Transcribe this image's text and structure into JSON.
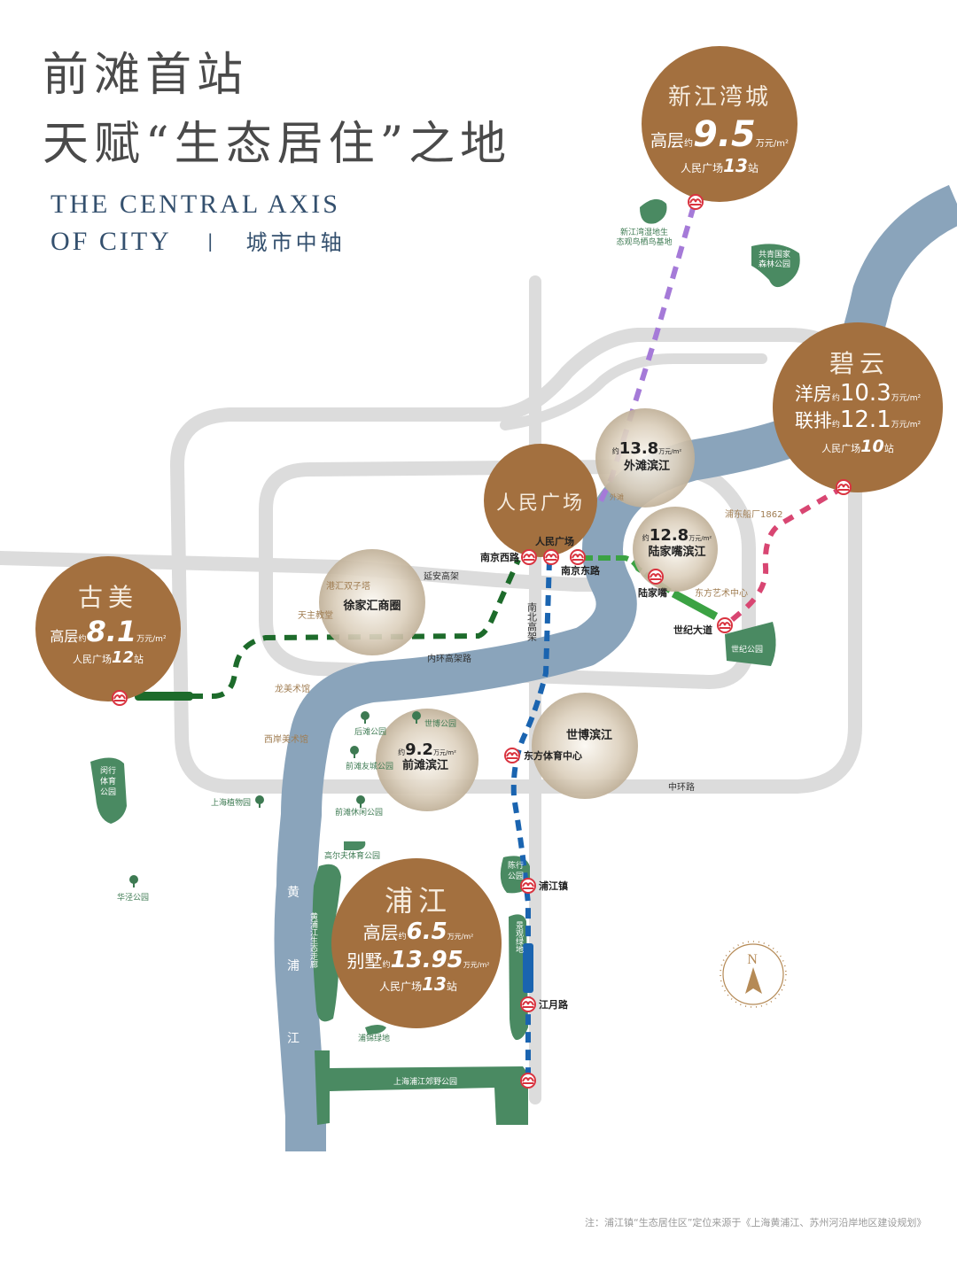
{
  "header": {
    "title_line1": "前滩首站",
    "title_line2": "天赋“生态居住”之地",
    "subtitle_en_line1": "THE CENTRAL AXIS",
    "subtitle_en_line2": "OF CITY",
    "subtitle_separator": "|",
    "subtitle_cn": "城市中轴"
  },
  "colors": {
    "project_circle": "#a3703f",
    "river": "#8aa4bb",
    "road": "#dcdcdc",
    "park": "#4a8a62",
    "metro_station": "#d9333f",
    "line_purple": "#a57ad8",
    "line_green_dark": "#1d6b2b",
    "line_green_light": "#3ba243",
    "line_blue": "#1a64b0",
    "line_pink": "#d84672",
    "title_text": "#4a4a4a",
    "subtitle_text": "#34506e",
    "compass": "#b58a56"
  },
  "projects": [
    {
      "name": "新江湾城",
      "rows": [
        {
          "label": "高层",
          "prefix": "约",
          "value": "9.5",
          "unit": "万元/m²"
        }
      ],
      "commute": {
        "from": "人民广场",
        "stops": "13",
        "suffix": "站"
      }
    },
    {
      "name": "碧云",
      "rows": [
        {
          "label": "洋房",
          "prefix": "约",
          "value": "10.3",
          "unit": "万元/m²"
        },
        {
          "label": "联排",
          "prefix": "约",
          "value": "12.1",
          "unit": "万元/m²"
        }
      ],
      "commute": {
        "from": "人民广场",
        "stops": "10",
        "suffix": "站"
      }
    },
    {
      "name": "古美",
      "rows": [
        {
          "label": "高层",
          "prefix": "约",
          "value": "8.1",
          "unit": "万元/m²"
        }
      ],
      "commute": {
        "from": "人民广场",
        "stops": "12",
        "suffix": "站"
      }
    },
    {
      "name": "浦江",
      "rows": [
        {
          "label": "高层",
          "prefix": "约",
          "value": "6.5",
          "unit": "万元/m²"
        },
        {
          "label": "别墅",
          "prefix": "约",
          "value": "13.95",
          "unit": "万元/m²"
        }
      ],
      "commute": {
        "from": "人民广场",
        "stops": "13",
        "suffix": "站"
      }
    },
    {
      "name": "人民广场"
    }
  ],
  "districts": [
    {
      "name": "外滩滨江",
      "prefix": "约",
      "value": "13.8",
      "unit": "万元/m²"
    },
    {
      "name": "陆家嘴滨江",
      "prefix": "约",
      "value": "12.8",
      "unit": "万元/m²"
    },
    {
      "name": "前滩滨江",
      "prefix": "约",
      "value": "9.2",
      "unit": "万元/m²"
    },
    {
      "name": "徐家汇商圈"
    },
    {
      "name": "世博滨江"
    }
  ],
  "stations": {
    "nanjing_xi": "南京西路",
    "renmin": "人民广场",
    "nanjing_dong": "南京东路",
    "lujiazui": "陆家嘴",
    "shiji": "世纪大道",
    "dongfang_tiyu": "东方体育中心",
    "pujiang_zhen": "浦江镇",
    "jiangyue": "江月路"
  },
  "roads": {
    "yanan": "延安高架",
    "inner_ring": "内环高架路",
    "middle_ring": "中环路",
    "north_south": "南北高架"
  },
  "landmarks": {
    "ganghui": "港汇双子塔",
    "tianzhu": "天主教堂",
    "long_museum": "龙美术馆",
    "west_bund_museum": "西岸美术馆",
    "waitan": "外滩",
    "pudong_shipyard": "浦东船厂1862",
    "oriental_art": "东方艺术中心"
  },
  "parks": {
    "xinjiangwan_wetland_1": "新江湾湿地生",
    "xinjiangwan_wetland_2": "态观鸟栖鸟基地",
    "gongqing_1": "共青国家",
    "gongqing_2": "森林公园",
    "century": "世纪公园",
    "houtan": "后滩公园",
    "expo": "世博公园",
    "qiantan_friendship": "前滩友城公园",
    "qiantan_leisure": "前滩休闲公园",
    "botanical": "上海植物园",
    "golf": "高尔夫体育公园",
    "minhang_1": "闵行",
    "minhang_2": "体育",
    "minhang_3": "公园",
    "huajing": "华泾公园",
    "chenhang_1": "陈行",
    "chenhang_2": "公园",
    "landscape_green": "景观绿地",
    "eco_corridor": "黄浦江生态走廊",
    "pujin_green": "浦锦绿地",
    "country_park": "上海浦江郊野公园"
  },
  "river_label": [
    "黄",
    "浦",
    "江"
  ],
  "compass_label": "N",
  "footnote": "注：浦江镇“生态居住区”定位来源于《上海黄浦江、苏州河沿岸地区建设规划》"
}
